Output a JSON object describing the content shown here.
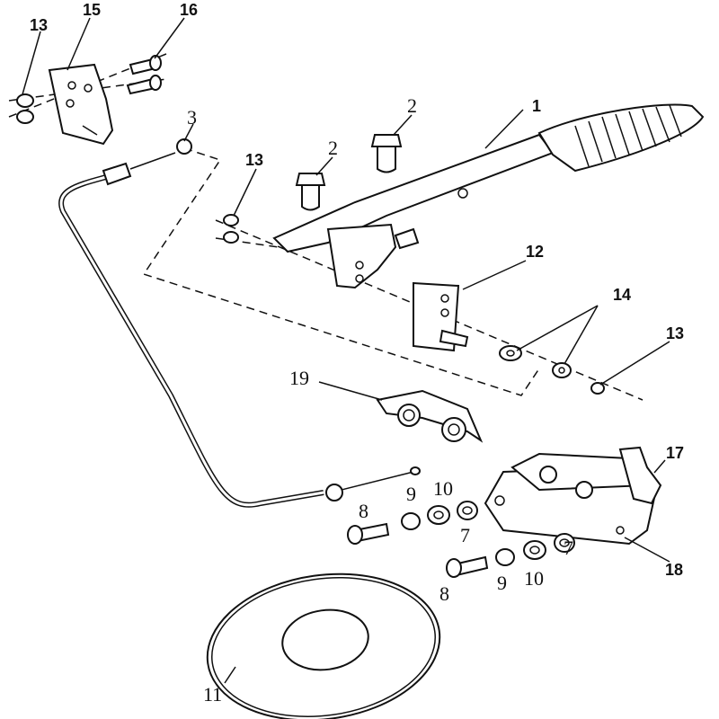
{
  "callouts": {
    "c13a": "13",
    "c15": "15",
    "c16": "16",
    "c3": "3",
    "c2a": "2",
    "c2b": "2",
    "c1": "1",
    "c13b": "13",
    "c12": "12",
    "c14": "14",
    "c13c": "13",
    "c19": "19",
    "c17": "17",
    "c10a": "10",
    "c9a": "9",
    "c8a": "8",
    "c7a": "7",
    "c18": "18",
    "c8b": "8",
    "c9b": "9",
    "c10b": "10",
    "c7b": "7",
    "c11": "11"
  }
}
